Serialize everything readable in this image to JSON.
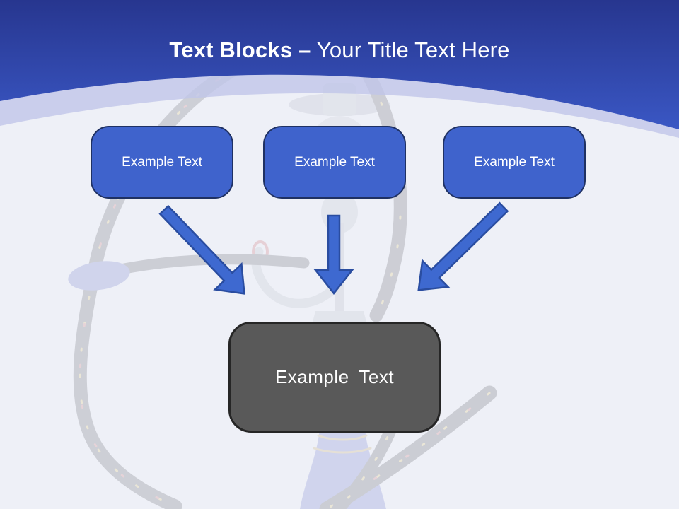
{
  "slide": {
    "title": {
      "bold": "Text Blocks –",
      "regular": "Your Title Text Here"
    },
    "blocks": [
      {
        "label": "Example Text"
      },
      {
        "label": "Example Text"
      },
      {
        "label": "Example Text"
      }
    ],
    "arrows": [
      {
        "name": "arrow-down-right"
      },
      {
        "name": "arrow-down"
      },
      {
        "name": "arrow-down-left"
      }
    ],
    "result_block": {
      "label": "Example Text"
    },
    "watermark_icon": "hookah-photo-watermark",
    "colors": {
      "header_top": "#27368f",
      "header_bottom": "#3a57c4",
      "header_band": "#c0c6e8",
      "body_bg": "#eef0f7",
      "title_text": "#ffffff",
      "box_fill": "#3f63cc",
      "box_border": "#1f3163",
      "box_text": "#ffffff",
      "arrow_fill": "#3e69d0",
      "arrow_border": "#2a4da0",
      "result_fill": "#595959",
      "result_border": "#262626",
      "result_text": "#ffffff"
    }
  }
}
